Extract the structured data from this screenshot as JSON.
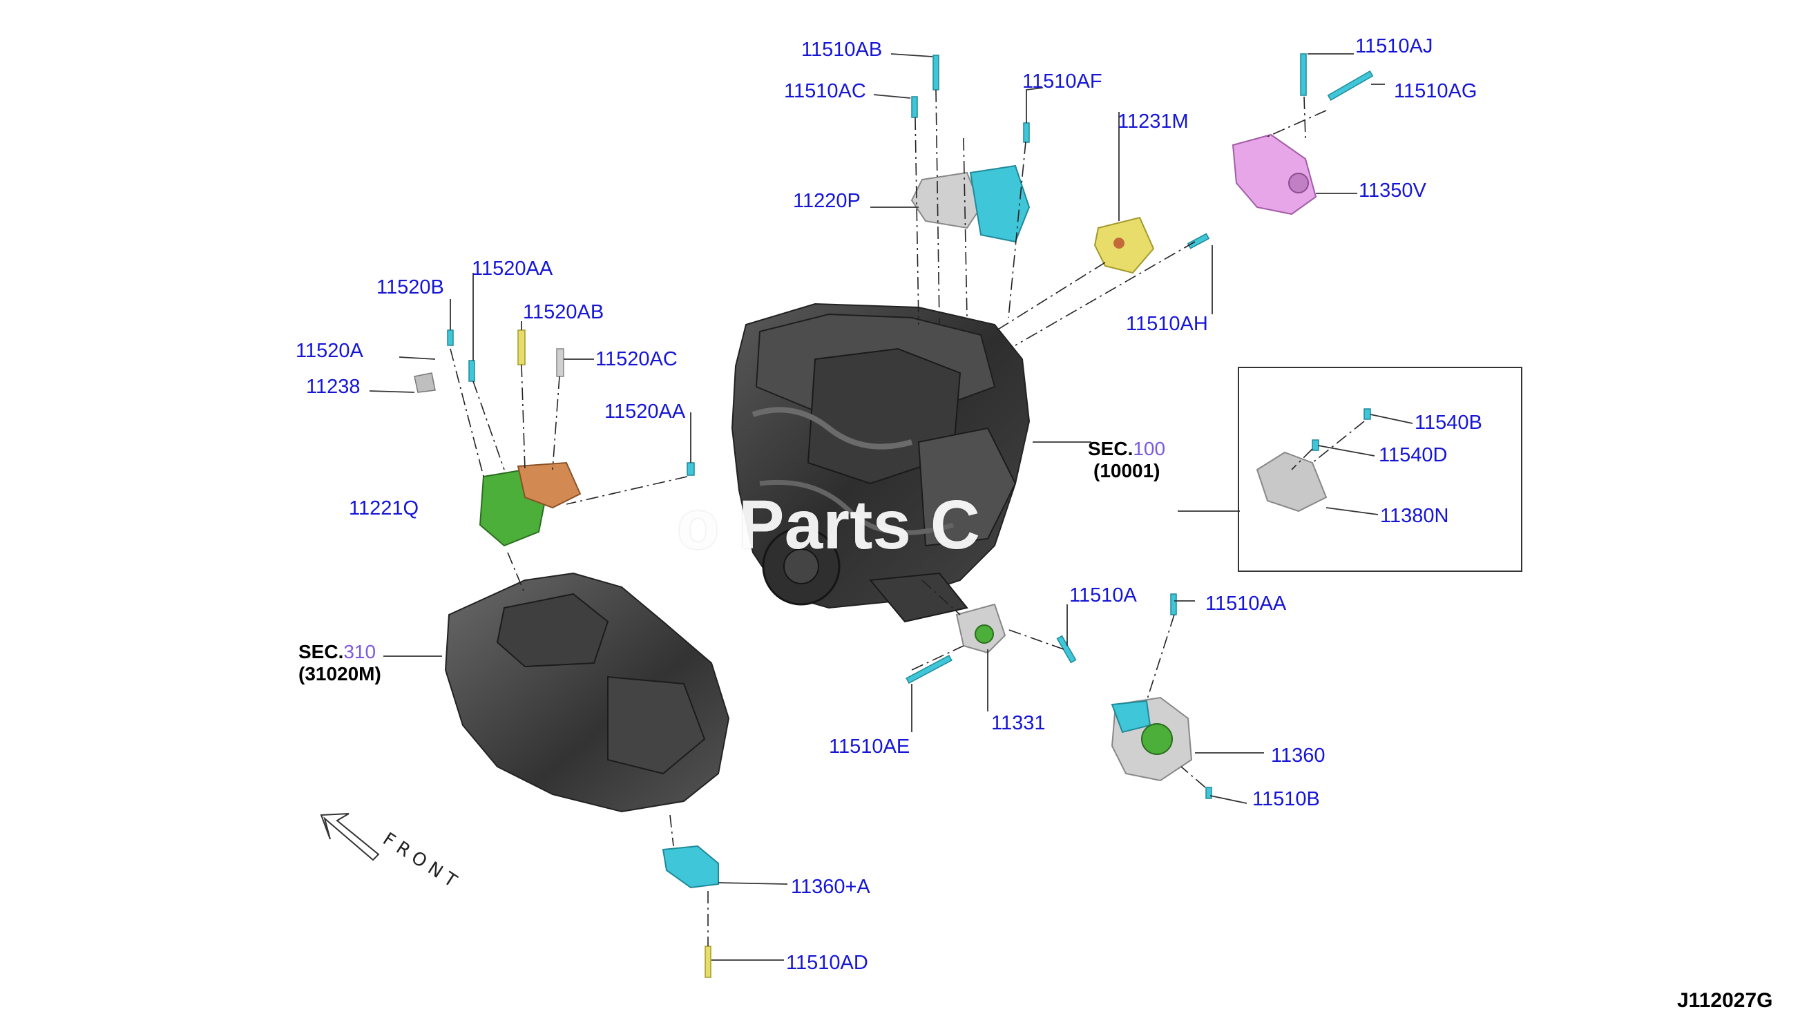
{
  "diagram_code": "J112027G",
  "watermark": "o Parts C",
  "front_label": "FRONT",
  "sections": {
    "engine": {
      "prefix": "SEC.",
      "number": "100",
      "ref": "(10001)"
    },
    "transmission": {
      "prefix": "SEC.",
      "number": "310",
      "ref": "(31020M)"
    }
  },
  "parts": {
    "p11510AB": "11510AB",
    "p11510AC": "11510AC",
    "p11510AF": "11510AF",
    "p11510AJ": "11510AJ",
    "p11510AG": "11510AG",
    "p11231M": "11231M",
    "p11350V": "11350V",
    "p11220P": "11220P",
    "p11510AH": "11510AH",
    "p11520B": "11520B",
    "p11520AA": "11520AA",
    "p11520AB": "11520AB",
    "p11520A": "11520A",
    "p11520AC": "11520AC",
    "p11238": "11238",
    "p11520AA_b": "11520AA",
    "p11221Q": "11221Q",
    "p11540B": "11540B",
    "p11540D": "11540D",
    "p11380N": "11380N",
    "p11510A": "11510A",
    "p11510AA": "11510AA",
    "p11510AE": "11510AE",
    "p11331": "11331",
    "p11360": "11360",
    "p11510B": "11510B",
    "p11360A": "11360+A",
    "p11510AD": "11510AD"
  },
  "colors": {
    "label": "#1515d6",
    "engine": "#3c3c3c",
    "mount_green": "#4caf3a",
    "mount_cyan": "#3fc6d8",
    "mount_pink": "#e6a6e8",
    "mount_yellow": "#e8dd6a",
    "bracket_gray": "#bfbfbf",
    "bracket_orange": "#d28a52"
  }
}
